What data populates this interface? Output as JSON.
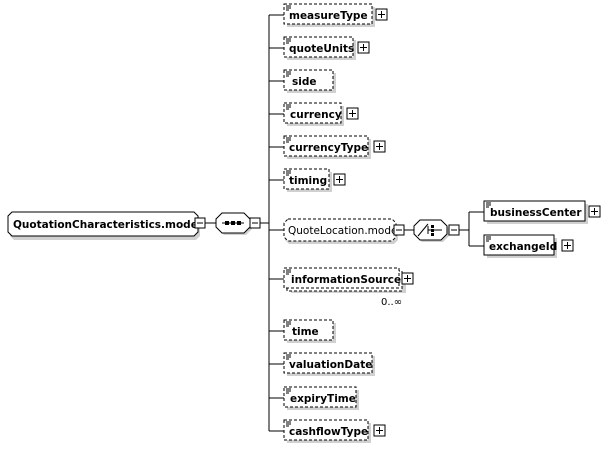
{
  "root": {
    "label": "QuotationCharacteristics.model"
  },
  "location_group": {
    "label": "QuoteLocation.model"
  },
  "elements": {
    "measureType": "measureType",
    "quoteUnits": "quoteUnits",
    "side": "side",
    "currency": "currency",
    "currencyType": "currencyType",
    "timing": "timing",
    "informationSource": "informationSource",
    "informationSourceOccurrence": "0..∞",
    "time": "time",
    "valuationDate": "valuationDate",
    "expiryTime": "expiryTime",
    "cashflowType": "cashflowType"
  },
  "choice_children": {
    "businessCenter": "businessCenter",
    "exchangeId": "exchangeId"
  }
}
